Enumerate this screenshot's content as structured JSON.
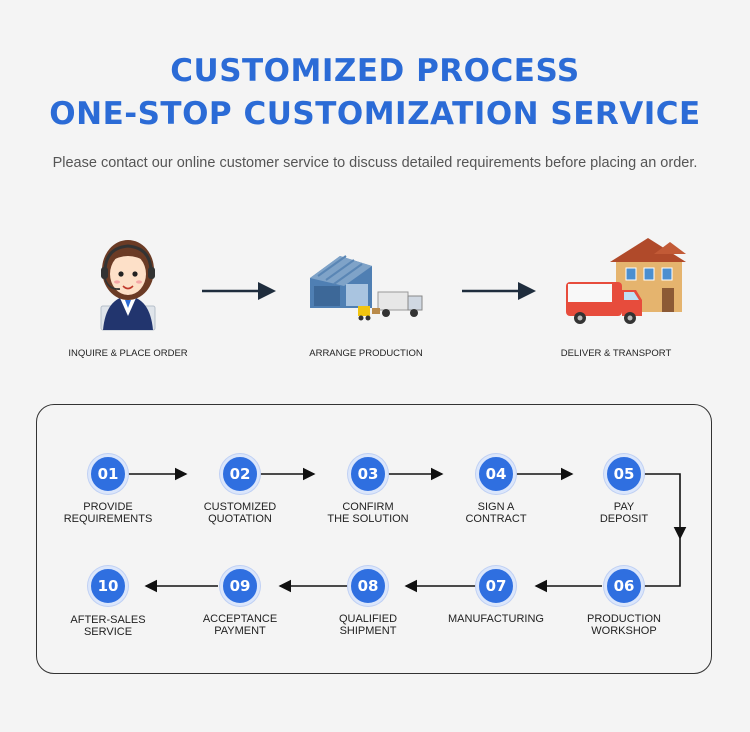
{
  "header": {
    "title_line1": "CUSTOMIZED PROCESS",
    "title_line2": "ONE-STOP CUSTOMIZATION SERVICE",
    "subtitle": "Please contact our online customer service to discuss detailed requirements before placing an order."
  },
  "stages": [
    {
      "label": "INQUIRE & PLACE ORDER",
      "icon": "customer-service-agent-icon"
    },
    {
      "label": "ARRANGE PRODUCTION",
      "icon": "factory-warehouse-icon"
    },
    {
      "label": "DELIVER & TRANSPORT",
      "icon": "delivery-truck-house-icon"
    }
  ],
  "steps": [
    {
      "number": "01",
      "label": "PROVIDE\nREQUIREMENTS"
    },
    {
      "number": "02",
      "label": "CUSTOMIZED\nQUOTATION"
    },
    {
      "number": "03",
      "label": "CONFIRM\nTHE SOLUTION"
    },
    {
      "number": "04",
      "label": "SIGN A\nCONTRACT"
    },
    {
      "number": "05",
      "label": "PAY\nDEPOSIT"
    },
    {
      "number": "06",
      "label": "PRODUCTION\nWORKSHOP"
    },
    {
      "number": "07",
      "label": "MANUFACTURING"
    },
    {
      "number": "08",
      "label": "QUALIFIED\nSHIPMENT"
    },
    {
      "number": "09",
      "label": "ACCEPTANCE\nPAYMENT"
    },
    {
      "number": "10",
      "label": "AFTER-SALES\nSERVICE"
    }
  ],
  "colors": {
    "accent": "#2f6fe0",
    "title": "#2b6bd6"
  }
}
